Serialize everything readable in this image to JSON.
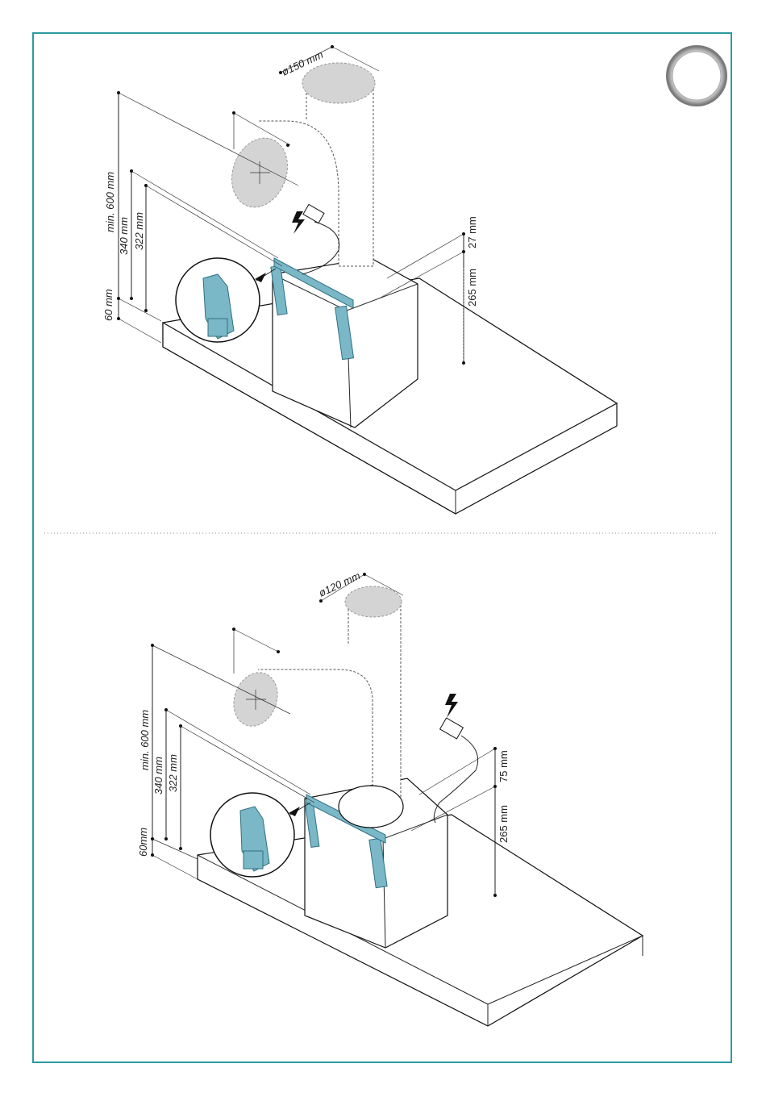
{
  "top_diagram": {
    "diameter_label": "ø150 mm",
    "dim_min600": "min. 600 mm",
    "dim_340": "340 mm",
    "dim_322": "322 mm",
    "dim_60": "60 mm",
    "dim_27": "27 mm",
    "dim_265": "265 mm"
  },
  "bottom_diagram": {
    "diameter_label": "ø120 mm",
    "dim_min600": "min. 600 mm",
    "dim_340": "340 mm",
    "dim_322": "322 mm",
    "dim_60": "60mm",
    "dim_75": "75 mm",
    "dim_265": "265 mm"
  },
  "colors": {
    "frame": "#2a9aa0",
    "bracket": "#7ab8c8",
    "duct_fill": "#d4d4d4"
  },
  "icons": [
    "electric-bolt-icon",
    "plug-icon",
    "grey-circle-badge-icon"
  ]
}
